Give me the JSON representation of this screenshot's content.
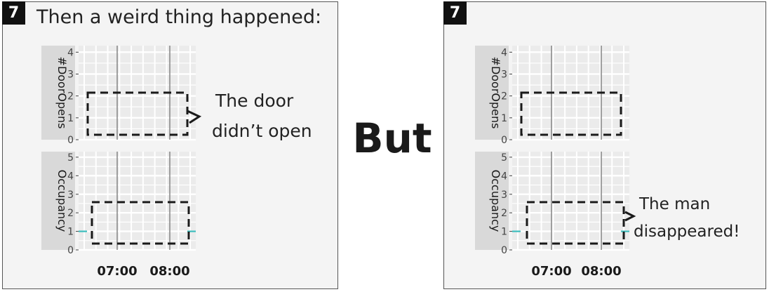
{
  "left_panel": {
    "step": "7",
    "headline": "Then a weird thing happened:",
    "annotation_lines": [
      "The door",
      "didn’t open"
    ]
  },
  "right_panel": {
    "step": "7",
    "annotation_lines": [
      "The man",
      "disappeared!"
    ]
  },
  "connector": "But",
  "chart_data": [
    {
      "type": "line",
      "panel": "left",
      "facets": [
        {
          "label": "#DoorOpens",
          "yticks": [
            0,
            1,
            2,
            3,
            4
          ],
          "ylim": [
            0,
            4.3
          ]
        },
        {
          "label": "Occupancy",
          "yticks": [
            0,
            1,
            2,
            3,
            4,
            5
          ],
          "ylim": [
            0,
            5.3
          ]
        }
      ],
      "xticks": [
        "07:00",
        "08:00"
      ],
      "series": [
        {
          "facet": "Occupancy",
          "values": [
            1,
            1
          ],
          "color": "#3bbcbc"
        }
      ]
    },
    {
      "type": "line",
      "panel": "right",
      "facets": [
        {
          "label": "#DoorOpens",
          "yticks": [
            0,
            1,
            2,
            3,
            4
          ],
          "ylim": [
            0,
            4.3
          ]
        },
        {
          "label": "Occupancy",
          "yticks": [
            0,
            1,
            2,
            3,
            4,
            5
          ],
          "ylim": [
            0,
            5.3
          ]
        }
      ],
      "xticks": [
        "07:00",
        "08:00"
      ],
      "series": [
        {
          "facet": "Occupancy",
          "values": [
            1,
            1
          ],
          "color": "#3bbcbc"
        }
      ]
    }
  ]
}
